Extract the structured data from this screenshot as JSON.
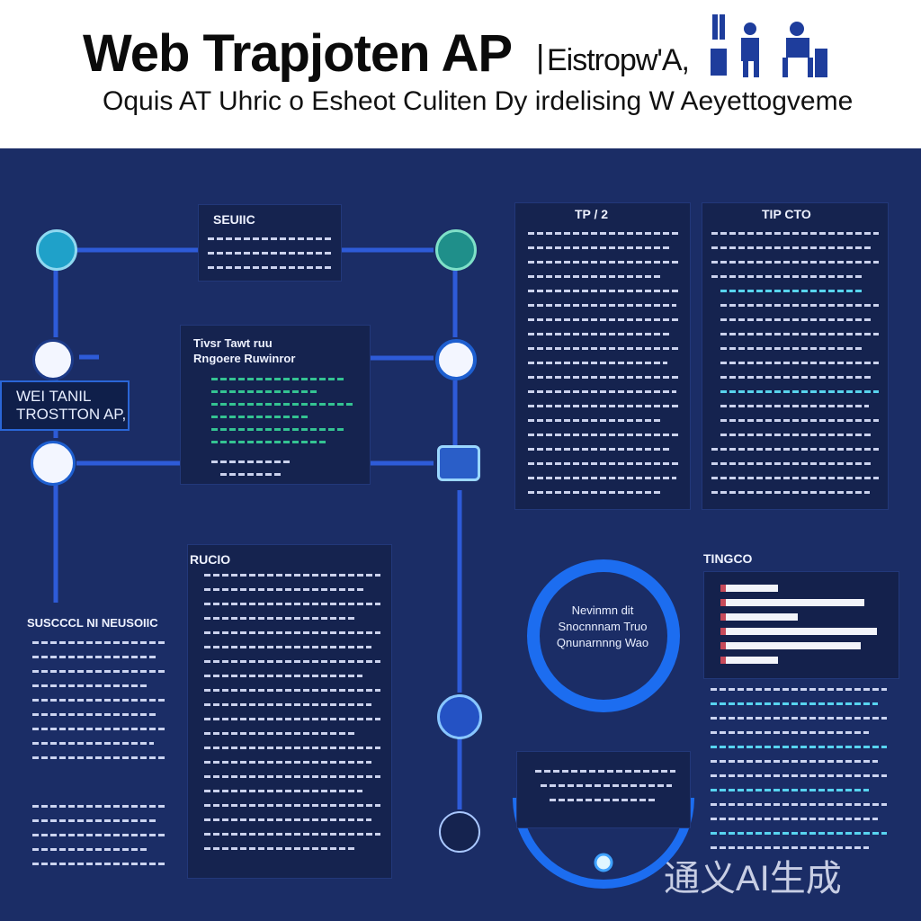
{
  "header": {
    "title": "Web Trapjoten AP",
    "title_tag": "Eistropw'A,",
    "subtitle": "Oquis AT Uhric o Esheot Culiten Dy irdelising W Aeyettogveme"
  },
  "panels": {
    "top_left": {
      "title": "SEUIIC"
    },
    "middle": {
      "title_line1": "Tivsr Tawt ruu",
      "title_line2": "Rngoere Ruwinror"
    },
    "col_a": {
      "title": "TP / 2"
    },
    "col_b": {
      "title": "TIP CTO"
    },
    "lower_mid": {
      "title": "RUCIO"
    },
    "left_text": {
      "title": "SUSCCCL NI NEUSOIIC"
    },
    "lower_right": {
      "title": "TINGCO"
    }
  },
  "label_box": {
    "line1": "WEI TANIL",
    "line2": "TROSTTON AP,"
  },
  "ring": {
    "line1": "Nevinmn dit",
    "line2": "Snocnnnam Truo",
    "line3": "Qnunarnnng Wao"
  },
  "icons": [
    "globe-icon",
    "document-icon",
    "people-icon",
    "database-icon",
    "chart-icon",
    "server-icon",
    "group-icon"
  ],
  "colors": {
    "background": "#1b2d66",
    "accent": "#2a66d6",
    "connector": "#2e5bd8",
    "highlight": "#37d59a",
    "text": "#eef2ff"
  },
  "watermark": "通义AI生成"
}
